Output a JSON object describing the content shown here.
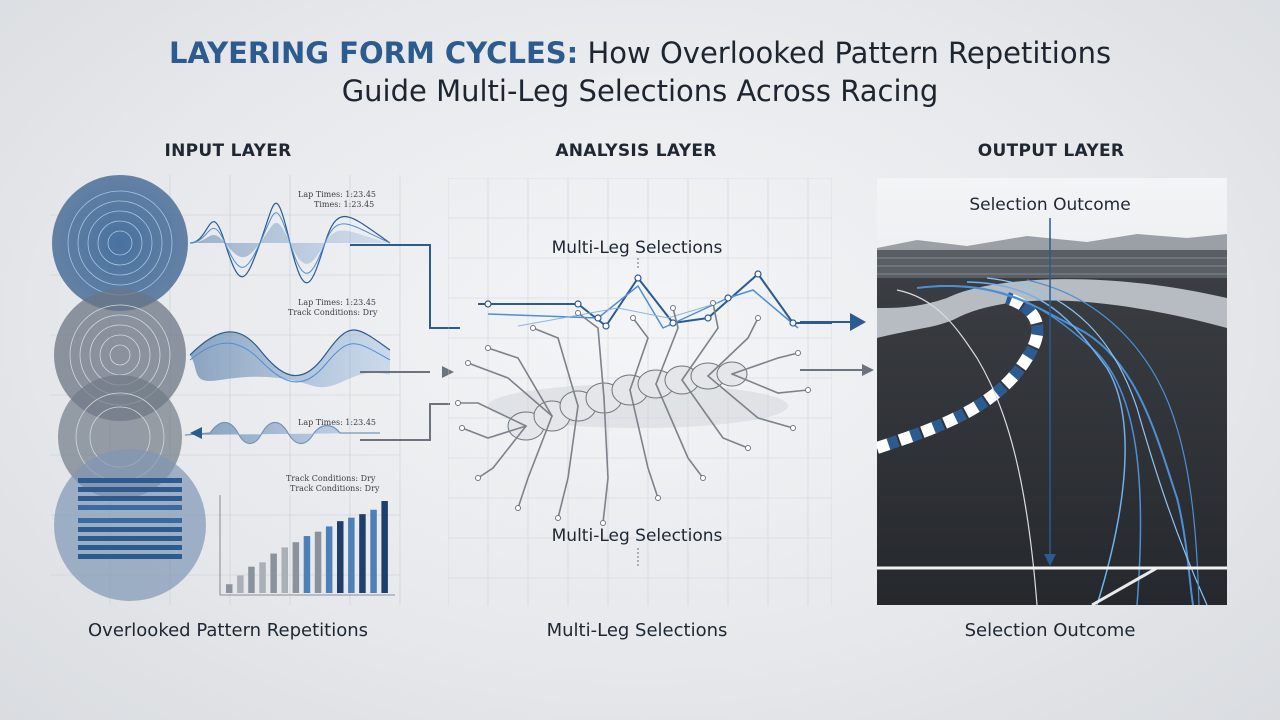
{
  "title": {
    "highlight": "LAYERING FORM CYCLES:",
    "rest_line1": " How Overlooked Pattern Repetitions",
    "line2": "Guide Multi-Leg Selections Across Racing"
  },
  "layers": {
    "input": "INPUT LAYER",
    "analysis": "ANALYSIS LAYER",
    "output": "OUTPUT LAYER"
  },
  "input_panel": {
    "labels": [
      "Lap Times: 1:23.45",
      "Times: 1:23.45",
      "Lap Times: 1:23.45",
      "Track Conditions: Dry",
      "Lap Times: 1:23.45",
      "Track Conditions: Dry",
      "Track Conditions: Dry"
    ]
  },
  "analysis_panel": {
    "top_label": "Multi-Leg Selections",
    "bottom_label": "Multi-Leg Selections"
  },
  "output_panel": {
    "top_label": "Selection Outcome"
  },
  "captions": {
    "input": "Overlooked Pattern Repetitions",
    "analysis": "Multi-Leg Selections",
    "output": "Selection Outcome"
  },
  "colors": {
    "accent": "#2b5b8f",
    "accent_light": "#4d8fd6",
    "track_dark": "#2b2e33"
  },
  "chart_data": {
    "type": "bar",
    "values": [
      1,
      2,
      3,
      3.5,
      4.5,
      5.2,
      5.8,
      6.5,
      7,
      7.6,
      8.2,
      8.6,
      9,
      9.5,
      10.5
    ]
  }
}
